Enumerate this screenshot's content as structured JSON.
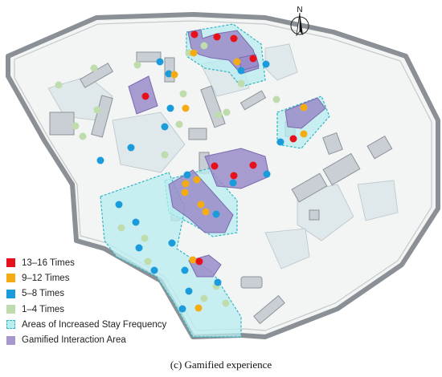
{
  "legend": {
    "items": [
      {
        "label": "13–16 Times",
        "color": "#e8101b",
        "kind": "dot"
      },
      {
        "label": "9–12 Times",
        "color": "#f5ac12",
        "kind": "dot"
      },
      {
        "label": "5–8 Times",
        "color": "#1a9bdc",
        "kind": "dot"
      },
      {
        "label": "1–4 Times",
        "color": "#bfdcad",
        "kind": "dot"
      },
      {
        "label": "Areas of Increased Stay Frequency",
        "color": "#a9e8ec",
        "kind": "stay-area"
      },
      {
        "label": "Gamified Interaction Area",
        "color": "#a897cc",
        "kind": "game-area"
      }
    ]
  },
  "north_arrow": {
    "label": "N",
    "icon": "north-arrow-icon"
  },
  "caption": "(c) Gamified experience",
  "colors": {
    "red": "#e8101b",
    "orange": "#f5ac12",
    "blue": "#1a9bdc",
    "green": "#bfdcad",
    "stay_fill": "#b8eef0",
    "stay_border": "#2fb6c2",
    "game_fill": "#9a8bc8",
    "building": "#c9cfd4",
    "building_dark": "#9aa3aa",
    "garden_fill": "#dde8ea",
    "wall": "#8f969b"
  }
}
